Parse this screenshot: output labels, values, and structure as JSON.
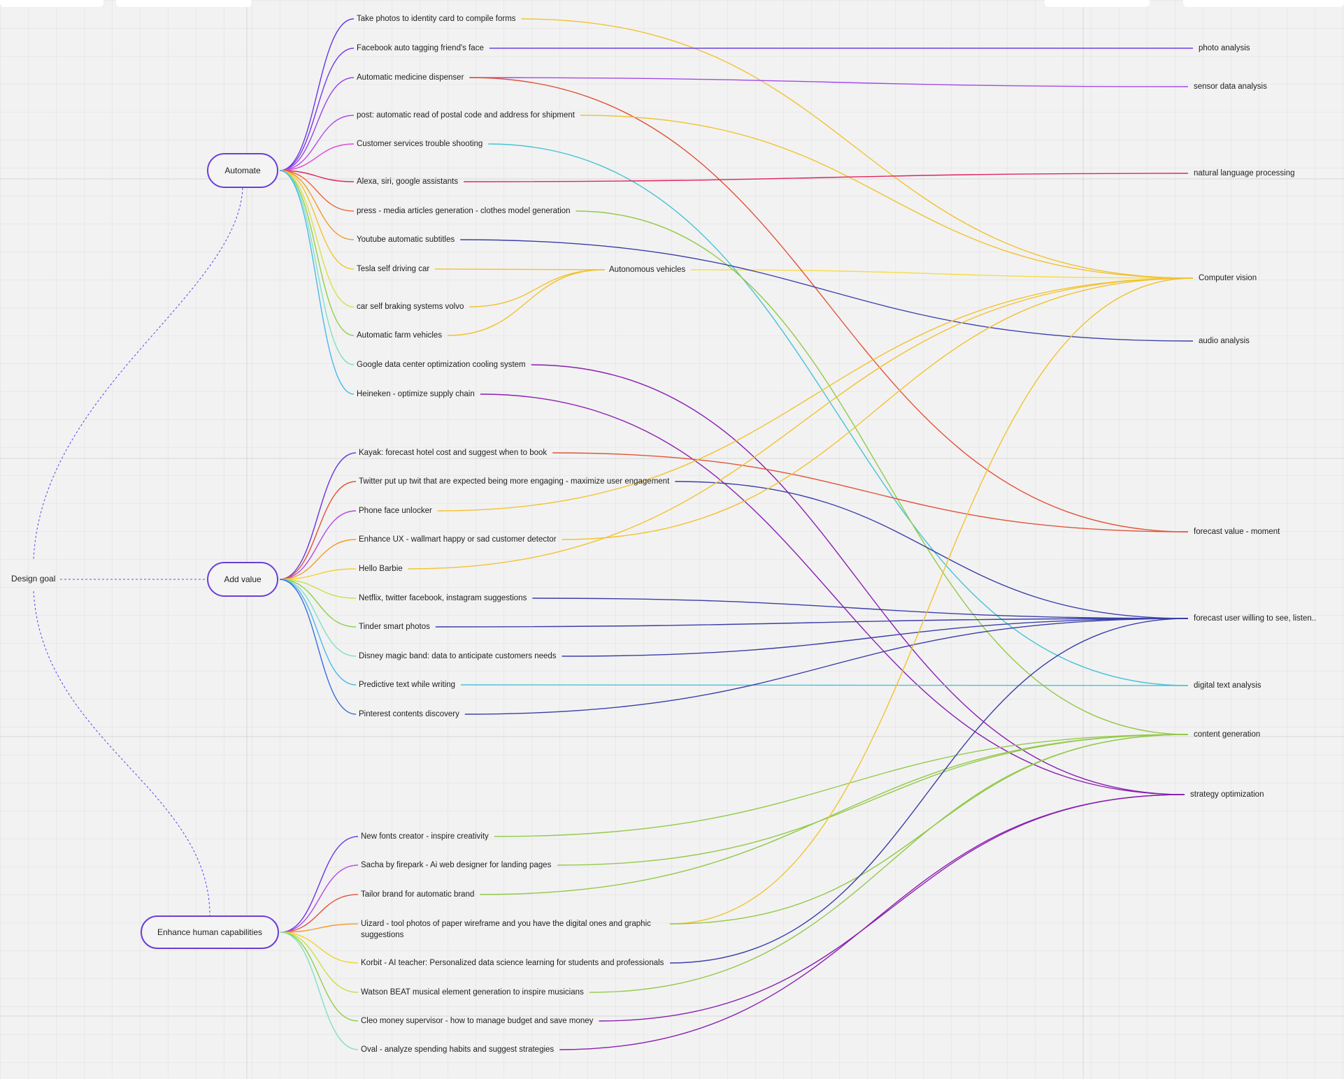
{
  "root": {
    "label": "Design goal"
  },
  "categories": [
    {
      "id": "automate",
      "label": "Automate"
    },
    {
      "id": "addvalue",
      "label": "Add value"
    },
    {
      "id": "enhance",
      "label": "Enhance human capabilities"
    }
  ],
  "intermediate": {
    "id": "autonomous",
    "label": "Autonomous vehicles"
  },
  "targets": [
    {
      "id": "photo",
      "label": "photo analysis",
      "color": "#6d3fe0"
    },
    {
      "id": "sensor",
      "label": "sensor data analysis",
      "color": "#a24be8"
    },
    {
      "id": "nlp",
      "label": "natural language processing",
      "color": "#e0245e"
    },
    {
      "id": "cv",
      "label": "Computer vision",
      "color": "#f2c230"
    },
    {
      "id": "audio",
      "label": "audio analysis",
      "color": "#3a3ea8"
    },
    {
      "id": "forecast_moment",
      "label": "forecast value - moment",
      "color": "#e0533a"
    },
    {
      "id": "forecast_user",
      "label": "forecast user willing to see, listen..",
      "color": "#3a3ea8"
    },
    {
      "id": "digital_text",
      "label": "digital text analysis",
      "color": "#45c4d6"
    },
    {
      "id": "content",
      "label": "content generation",
      "color": "#93c94a"
    },
    {
      "id": "strategy",
      "label": "strategy optimization",
      "color": "#8a1fb0"
    }
  ],
  "items": [
    {
      "category": "automate",
      "label": "Take photos to identity card to compile forms",
      "branch_color": "#6a35e0",
      "links": [
        {
          "to": "cv",
          "color": "#f2c230"
        }
      ]
    },
    {
      "category": "automate",
      "label": "Facebook auto tagging friend's face",
      "branch_color": "#7a3ae6",
      "links": [
        {
          "to": "photo",
          "color": "#6d3fe0"
        }
      ]
    },
    {
      "category": "automate",
      "label": "Automatic medicine dispenser",
      "branch_color": "#9a45e8",
      "links": [
        {
          "to": "sensor",
          "color": "#a24be8"
        },
        {
          "to": "forecast_moment",
          "color": "#e0533a"
        }
      ]
    },
    {
      "category": "automate",
      "label": "post: automatic read of postal code and address for shipment",
      "branch_color": "#b648e6",
      "links": [
        {
          "to": "cv",
          "color": "#f2c230"
        }
      ]
    },
    {
      "category": "automate",
      "label": "Customer services trouble shooting",
      "branch_color": "#de4fd8",
      "links": [
        {
          "to": "digital_text",
          "color": "#45c4d6"
        }
      ]
    },
    {
      "category": "automate",
      "label": "Alexa, siri, google assistants",
      "branch_color": "#e0245e",
      "links": [
        {
          "to": "nlp",
          "color": "#e0245e"
        }
      ]
    },
    {
      "category": "automate",
      "label": "press - media articles generation - clothes model generation",
      "branch_color": "#e8673a",
      "links": [
        {
          "to": "content",
          "color": "#93c94a"
        }
      ]
    },
    {
      "category": "automate",
      "label": "Youtube automatic subtitles",
      "branch_color": "#f09a2a",
      "links": [
        {
          "to": "audio",
          "color": "#3a3ea8"
        }
      ]
    },
    {
      "category": "automate",
      "label": "Tesla self driving car",
      "branch_color": "#f2c230",
      "links": [
        {
          "to": "autonomous",
          "color": "#f2c230"
        }
      ]
    },
    {
      "category": "automate",
      "label": "car self braking systems volvo",
      "branch_color": "#d9e04a",
      "links": [
        {
          "to": "autonomous",
          "color": "#f2c230"
        }
      ]
    },
    {
      "category": "automate",
      "label": "Automatic farm vehicles",
      "branch_color": "#8fd04a",
      "links": [
        {
          "to": "autonomous",
          "color": "#f2c230"
        }
      ]
    },
    {
      "category": "automate",
      "label": "Google data center optimization cooling system",
      "branch_color": "#7fe0c8",
      "links": [
        {
          "to": "strategy",
          "color": "#8a1fb0"
        }
      ]
    },
    {
      "category": "automate",
      "label": "Heineken - optimize supply chain",
      "branch_color": "#4ab8ec",
      "links": [
        {
          "to": "strategy",
          "color": "#8a1fb0"
        }
      ]
    },
    {
      "category": "addvalue",
      "label": "Kayak: forecast hotel cost and suggest when to book",
      "branch_color": "#6a35e0",
      "links": [
        {
          "to": "forecast_moment",
          "color": "#e0533a"
        }
      ]
    },
    {
      "category": "addvalue",
      "label": "Twitter put up twit that are expected being more engaging - maximize user engagement",
      "branch_color": "#e0533a",
      "links": [
        {
          "to": "forecast_user",
          "color": "#3a3ea8"
        }
      ]
    },
    {
      "category": "addvalue",
      "label": "Phone face unlocker",
      "branch_color": "#b648e6",
      "links": [
        {
          "to": "cv",
          "color": "#f2c230"
        }
      ]
    },
    {
      "category": "addvalue",
      "label": "Enhance UX - wallmart happy or sad customer detector",
      "branch_color": "#f09a2a",
      "links": [
        {
          "to": "cv",
          "color": "#f2c230"
        }
      ]
    },
    {
      "category": "addvalue",
      "label": "Hello Barbie",
      "branch_color": "#f2d22a",
      "links": [
        {
          "to": "cv",
          "color": "#f2c230"
        }
      ]
    },
    {
      "category": "addvalue",
      "label": "Netflix, twitter facebook, instagram suggestions",
      "branch_color": "#c8e04a",
      "links": [
        {
          "to": "forecast_user",
          "color": "#3a3ea8"
        }
      ]
    },
    {
      "category": "addvalue",
      "label": "Tinder smart photos",
      "branch_color": "#8fd04a",
      "links": [
        {
          "to": "forecast_user",
          "color": "#3a3ea8"
        }
      ]
    },
    {
      "category": "addvalue",
      "label": "Disney magic band: data to anticipate customers needs",
      "branch_color": "#7fe0c8",
      "links": [
        {
          "to": "forecast_user",
          "color": "#3a3ea8"
        }
      ]
    },
    {
      "category": "addvalue",
      "label": "Predictive text while writing",
      "branch_color": "#4ab8ec",
      "links": [
        {
          "to": "digital_text",
          "color": "#45c4d6"
        }
      ]
    },
    {
      "category": "addvalue",
      "label": "Pinterest contents discovery",
      "branch_color": "#3a6ee0",
      "links": [
        {
          "to": "forecast_user",
          "color": "#3a3ea8"
        }
      ]
    },
    {
      "category": "enhance",
      "label": "New fonts creator - inspire creativity",
      "branch_color": "#6a35e0",
      "links": [
        {
          "to": "content",
          "color": "#93c94a"
        }
      ]
    },
    {
      "category": "enhance",
      "label": "Sacha by firepark - Ai web designer for landing pages",
      "branch_color": "#b648e6",
      "links": [
        {
          "to": "content",
          "color": "#93c94a"
        }
      ]
    },
    {
      "category": "enhance",
      "label": "Tailor brand for automatic brand",
      "branch_color": "#e0533a",
      "links": [
        {
          "to": "content",
          "color": "#93c94a"
        }
      ]
    },
    {
      "category": "enhance",
      "label": "Uizard - tool photos of paper wireframe and you have the digital ones and graphic suggestions",
      "branch_color": "#f09a2a",
      "links": [
        {
          "to": "cv",
          "color": "#f2c230"
        },
        {
          "to": "content",
          "color": "#93c94a"
        }
      ]
    },
    {
      "category": "enhance",
      "label": "Korbit - AI teacher: Personalized data science learning for students and professionals",
      "branch_color": "#f2d22a",
      "links": [
        {
          "to": "forecast_user",
          "color": "#3a3ea8"
        }
      ]
    },
    {
      "category": "enhance",
      "label": "Watson BEAT musical element generation to inspire musicians",
      "branch_color": "#c8e04a",
      "links": [
        {
          "to": "content",
          "color": "#93c94a"
        }
      ]
    },
    {
      "category": "enhance",
      "label": "Cleo money supervisor - how to manage budget and save money",
      "branch_color": "#8fd04a",
      "links": [
        {
          "to": "strategy",
          "color": "#8a1fb0"
        }
      ]
    },
    {
      "category": "enhance",
      "label": "Oval - analyze spending habits and suggest strategies",
      "branch_color": "#7fe0c8",
      "links": [
        {
          "to": "strategy",
          "color": "#8a1fb0"
        }
      ]
    }
  ],
  "intermediate_links": [
    {
      "to": "cv",
      "color": "#f7dc45"
    }
  ],
  "root_link_color": "#6a4ff0",
  "node_border_color": "#6b3fd6"
}
